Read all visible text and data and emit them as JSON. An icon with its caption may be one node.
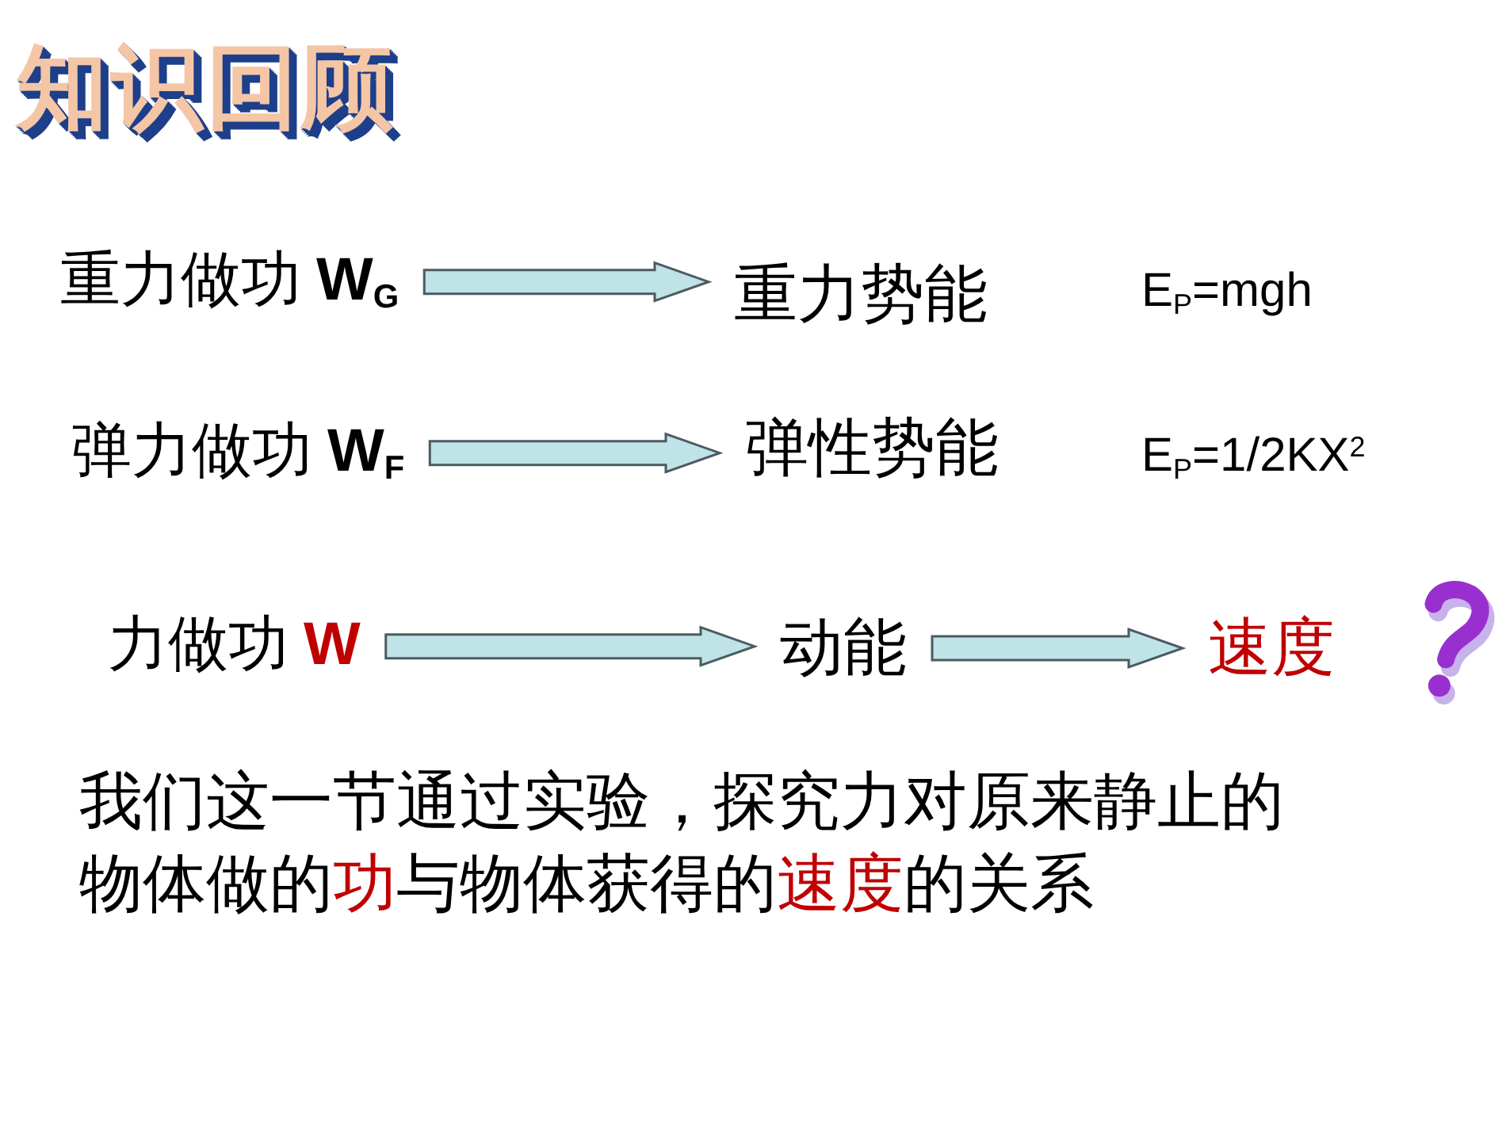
{
  "diagram": {
    "title": "知识回顾",
    "nodes": [
      {
        "text": [
          "重力做功 **W**$_{G}$"
        ]
      },
      {
        "text": [
          "重力势能"
        ]
      },
      {
        "text": [
          "弹力做功 **W**$_{F}$"
        ]
      },
      {
        "text": [
          "弹性势能"
        ]
      },
      {
        "text": [
          "力做功 **W**"
        ]
      },
      {
        "text": [
          "动能"
        ]
      },
      {
        "text": [
          "速度"
        ]
      }
    ],
    "edges": [
      {
        "from": 0,
        "to": 1,
        "arrow": "to"
      },
      {
        "from": 2,
        "to": 3,
        "arrow": "to"
      },
      {
        "from": 4,
        "to": 5,
        "arrow": "to"
      },
      {
        "from": 5,
        "to": 6,
        "arrow": "to"
      }
    ],
    "labels": [
      "E$_{P}$=mgh",
      "E$_{P}$=1/2KX$^{2}$",
      "我们这一节通过实验，探究力对原来静止的物体做的**功**与物体获得的**速度**的关系"
    ]
  }
}
